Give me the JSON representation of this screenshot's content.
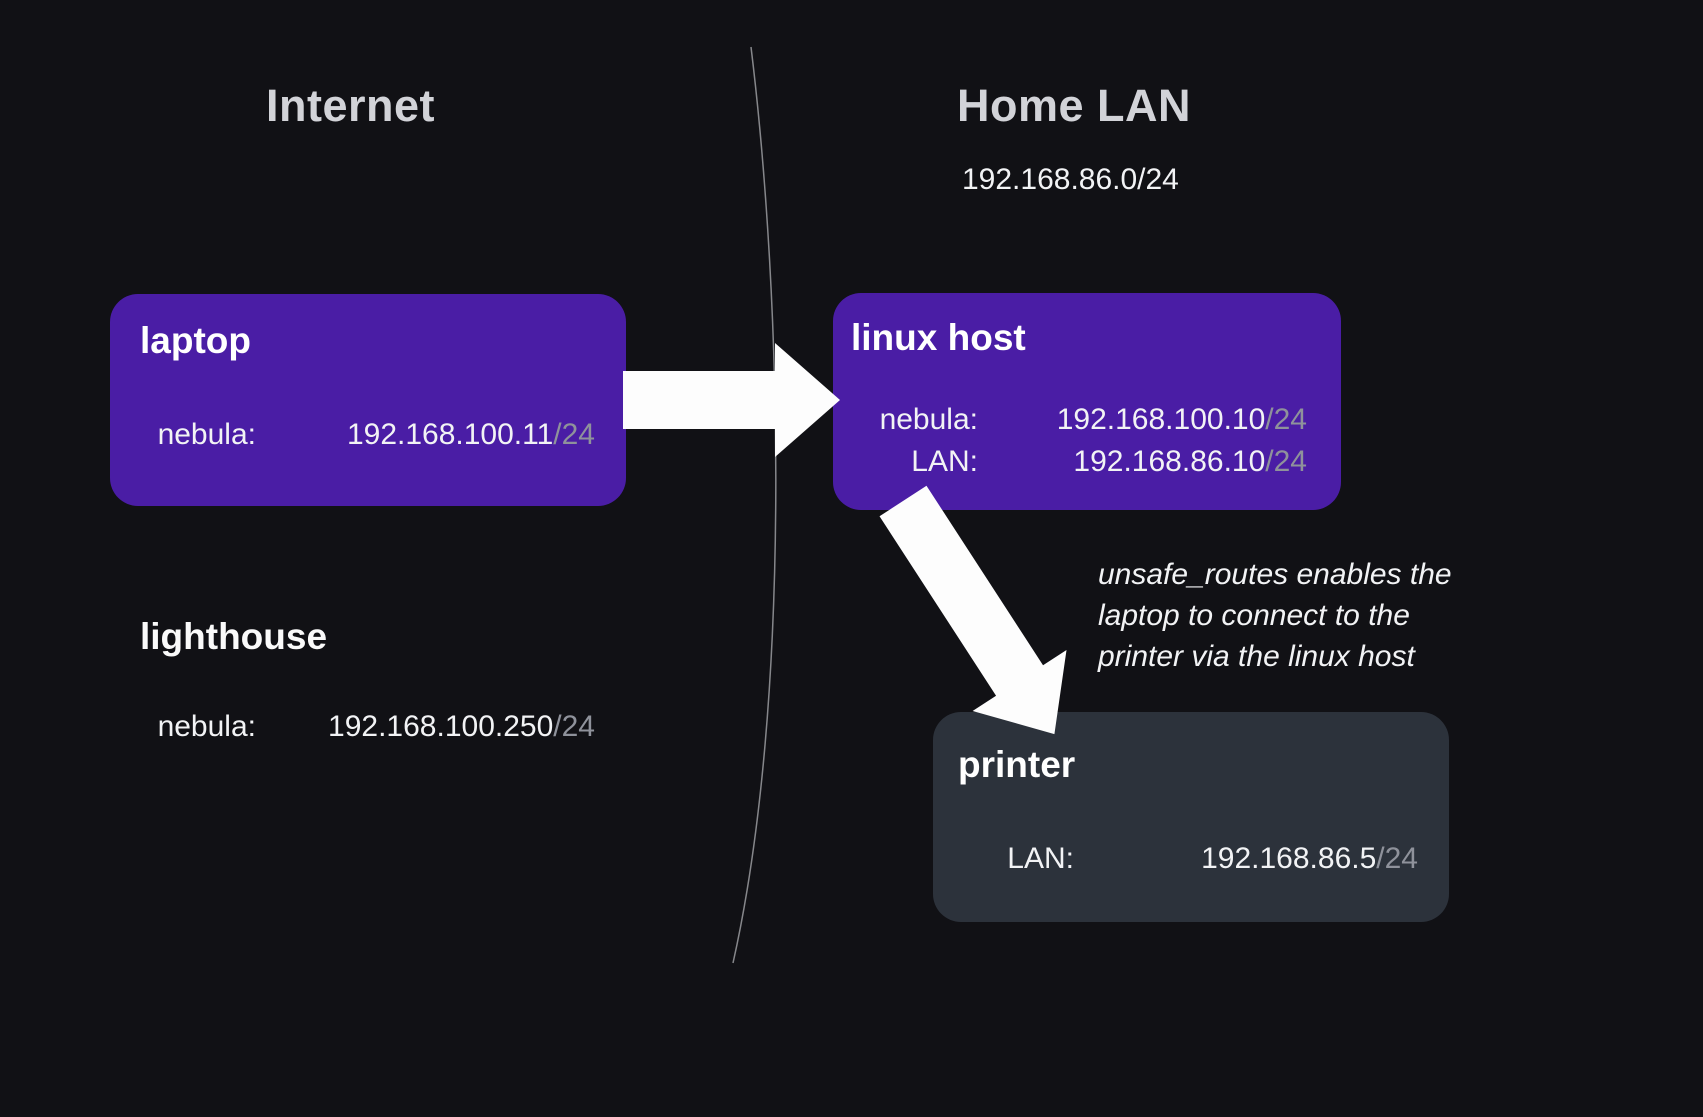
{
  "colors": {
    "background": "#111115",
    "node_purple": "#4a1da5",
    "node_slate": "#2c323b",
    "text_primary": "#f2f3f5",
    "text_heading": "#d2d3d8",
    "text_muted": "#8f929b",
    "arrow": "#fdfdfd",
    "divider": "#d6d7db"
  },
  "sections": {
    "internet": {
      "title": "Internet"
    },
    "home_lan": {
      "title": "Home LAN",
      "subnet": "192.168.86.0/24"
    }
  },
  "nodes": {
    "laptop": {
      "title": "laptop",
      "rows": [
        {
          "label": "nebula:",
          "ip": "192.168.100.11",
          "cidr": "/24"
        }
      ]
    },
    "linux_host": {
      "title": "linux host",
      "rows": [
        {
          "label": "nebula:",
          "ip": "192.168.100.10",
          "cidr": "/24"
        },
        {
          "label": "LAN:",
          "ip": "192.168.86.10",
          "cidr": "/24"
        }
      ]
    },
    "lighthouse": {
      "title": "lighthouse",
      "rows": [
        {
          "label": "nebula:",
          "ip": "192.168.100.250",
          "cidr": "/24"
        }
      ]
    },
    "printer": {
      "title": "printer",
      "rows": [
        {
          "label": "LAN:",
          "ip": "192.168.86.5",
          "cidr": "/24"
        }
      ]
    }
  },
  "annotation": {
    "lines": [
      "unsafe_routes enables the",
      "laptop to connect to the",
      "printer via the linux host"
    ]
  },
  "icons": {
    "arrow_laptop_to_linux_host": "arrow-right",
    "arrow_linux_host_to_printer": "arrow-down-right",
    "divider": "curved-network-boundary-line"
  }
}
